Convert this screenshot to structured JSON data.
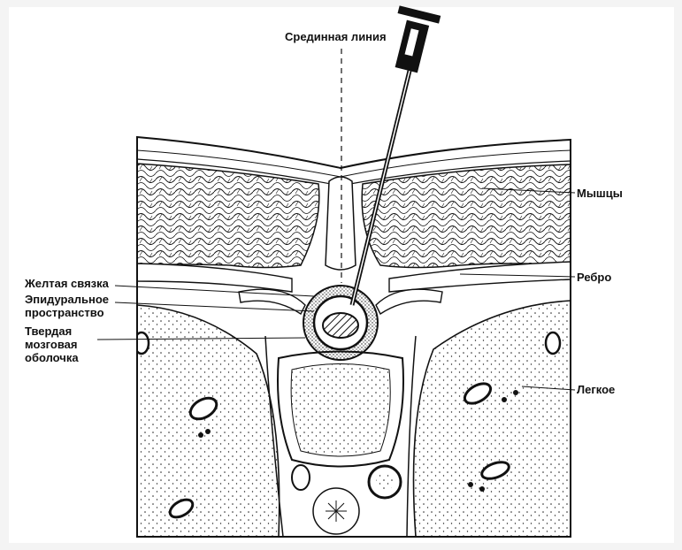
{
  "labels": {
    "midline": "Срединная линия",
    "muscles": "Мышцы",
    "rib": "Ребро",
    "lung": "Легкое",
    "ligamentum_flavum": "Желтая связка",
    "epidural_1": "Эпидуральное",
    "epidural_2": "пространство",
    "dura_1": "Твердая",
    "dura_2": "мозговая",
    "dura_3": "оболочка"
  },
  "colors": {
    "ink": "#111111",
    "paper": "#ffffff",
    "background": "#f4f4f4"
  }
}
